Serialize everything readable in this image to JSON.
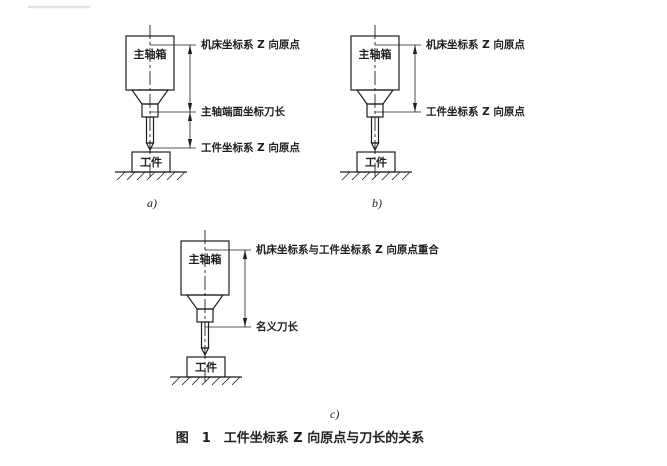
{
  "figure": {
    "caption": "图　1　工件坐标系 Z 向原点与刀长的关系",
    "colors": {
      "ink": "#1f1f1f",
      "background": "#ffffff"
    },
    "subfigures": [
      {
        "label": "a)",
        "spindle_box": "主轴箱",
        "workpiece": "工件",
        "annotations": [
          "机床坐标系 Z 向原点",
          "主轴端面坐标刀长",
          "工件坐标系 Z 向原点"
        ]
      },
      {
        "label": "b)",
        "spindle_box": "主轴箱",
        "workpiece": "工件",
        "annotations": [
          "机床坐标系 Z 向原点",
          "工件坐标系 Z 向原点"
        ]
      },
      {
        "label": "c)",
        "spindle_box": "主轴箱",
        "workpiece": "工件",
        "annotations": [
          "机床坐标系与工件坐标系 Z 向原点重合",
          "名义刀长"
        ]
      }
    ]
  }
}
